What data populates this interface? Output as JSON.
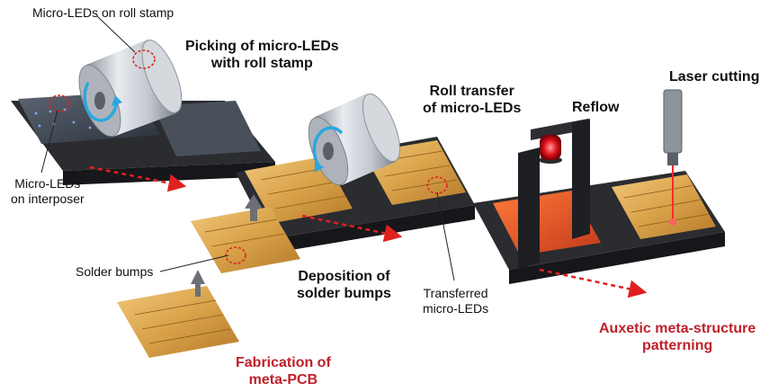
{
  "labels": {
    "micro_leds_roll_stamp": "Micro-LEDs on roll stamp",
    "picking": [
      "Picking of micro-LEDs",
      "with roll stamp"
    ],
    "micro_leds_interposer": [
      "Micro-LEDs",
      "on interposer"
    ],
    "roll_transfer": [
      "Roll transfer",
      "of micro-LEDs"
    ],
    "reflow": "Reflow",
    "laser_cutting": "Laser cutting",
    "solder_bumps": "Solder bumps",
    "deposition": [
      "Deposition of",
      "solder bumps"
    ],
    "transferred": [
      "Transferred",
      "micro-LEDs"
    ],
    "fabrication": [
      "Fabrication of",
      "meta-PCB"
    ],
    "auxetic": [
      "Auxetic meta-structure",
      "patterning"
    ]
  },
  "colors": {
    "accent_red": "#c0202a",
    "label_text": "#111111",
    "pcb_gold": "#d9a24a",
    "stage_dark": "#2a2c30",
    "roller_silver": "#c9ced6",
    "rotation_arrow": "#2aa7e0",
    "laser": "#ff2a2a"
  }
}
